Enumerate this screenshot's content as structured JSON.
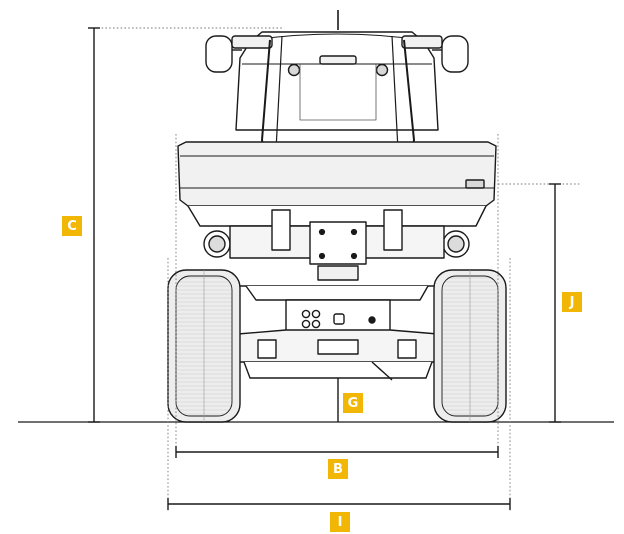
{
  "colors": {
    "badge": "#f2b705",
    "line": "#1a1a1a",
    "machine_fill": "#ffffff",
    "body_shade": "#f1f1f1",
    "tire_shade": "#e9e9e9",
    "dotted": "#7a7a7a"
  },
  "dimensions": [
    {
      "id": "overall_height",
      "label": "C"
    },
    {
      "id": "hood_height",
      "label": "J"
    },
    {
      "id": "ground_clearance",
      "label": "G"
    },
    {
      "id": "track_width",
      "label": "B"
    },
    {
      "id": "overall_width",
      "label": "I"
    }
  ]
}
